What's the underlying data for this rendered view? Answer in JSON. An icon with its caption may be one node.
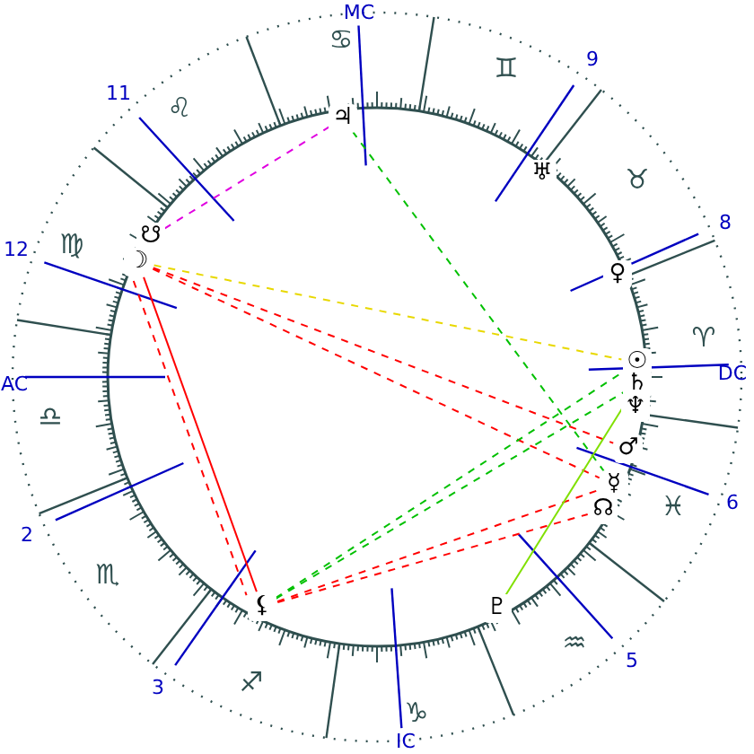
{
  "diagram": {
    "nodes": [
      {
        "text": [
          "♃"
        ]
      },
      {
        "text": [
          "♅"
        ]
      },
      {
        "text": [
          "♀"
        ]
      },
      {
        "text": [
          "☋"
        ]
      },
      {
        "text": [
          "☽"
        ]
      },
      {
        "text": [
          "☉"
        ]
      },
      {
        "text": [
          "♄"
        ]
      },
      {
        "text": [
          "♆"
        ]
      },
      {
        "text": [
          "♂"
        ]
      },
      {
        "text": [
          "☿"
        ]
      },
      {
        "text": [
          "☊"
        ]
      },
      {
        "text": [
          "⚸"
        ]
      },
      {
        "text": [
          "♇"
        ]
      }
    ],
    "edges": [
      {
        "from": 3,
        "to": 0,
        "arrow": "none",
        "style": "dashed",
        "color": "#e000e0"
      },
      {
        "from": 4,
        "to": 11,
        "arrow": "none"
      },
      {
        "from": 4,
        "to": 11,
        "arrow": "none",
        "style": "dashed"
      },
      {
        "from": 4,
        "to": 5,
        "arrow": "none",
        "style": "dashed",
        "color": "#e8d800"
      },
      {
        "from": 4,
        "to": 8,
        "arrow": "none",
        "style": "dashed"
      },
      {
        "from": 4,
        "to": 9,
        "arrow": "none",
        "style": "dashed"
      },
      {
        "from": 0,
        "to": 9,
        "arrow": "none",
        "style": "dashed",
        "color": "#00c000"
      },
      {
        "from": 11,
        "to": 5,
        "arrow": "none",
        "style": "dashed",
        "color": "#00c000"
      },
      {
        "from": 11,
        "to": 9,
        "arrow": "none",
        "style": "dashed"
      },
      {
        "from": 11,
        "to": 10,
        "arrow": "none",
        "style": "dashed"
      },
      {
        "from": 12,
        "to": 6,
        "arrow": "none",
        "color": "#80e000"
      },
      {
        "from": 11,
        "to": 6,
        "arrow": "none",
        "style": "dashed",
        "color": "#00c000"
      }
    ],
    "labels": [
      "♋",
      "MC",
      "♊",
      "11",
      "9",
      "♌",
      "♉",
      "8",
      "12",
      "♍",
      "♈",
      "DC",
      "AC",
      "♎",
      "♓",
      "6",
      "2",
      "♏",
      "♒",
      "5",
      "♐",
      "3",
      "♑",
      "IC"
    ]
  }
}
